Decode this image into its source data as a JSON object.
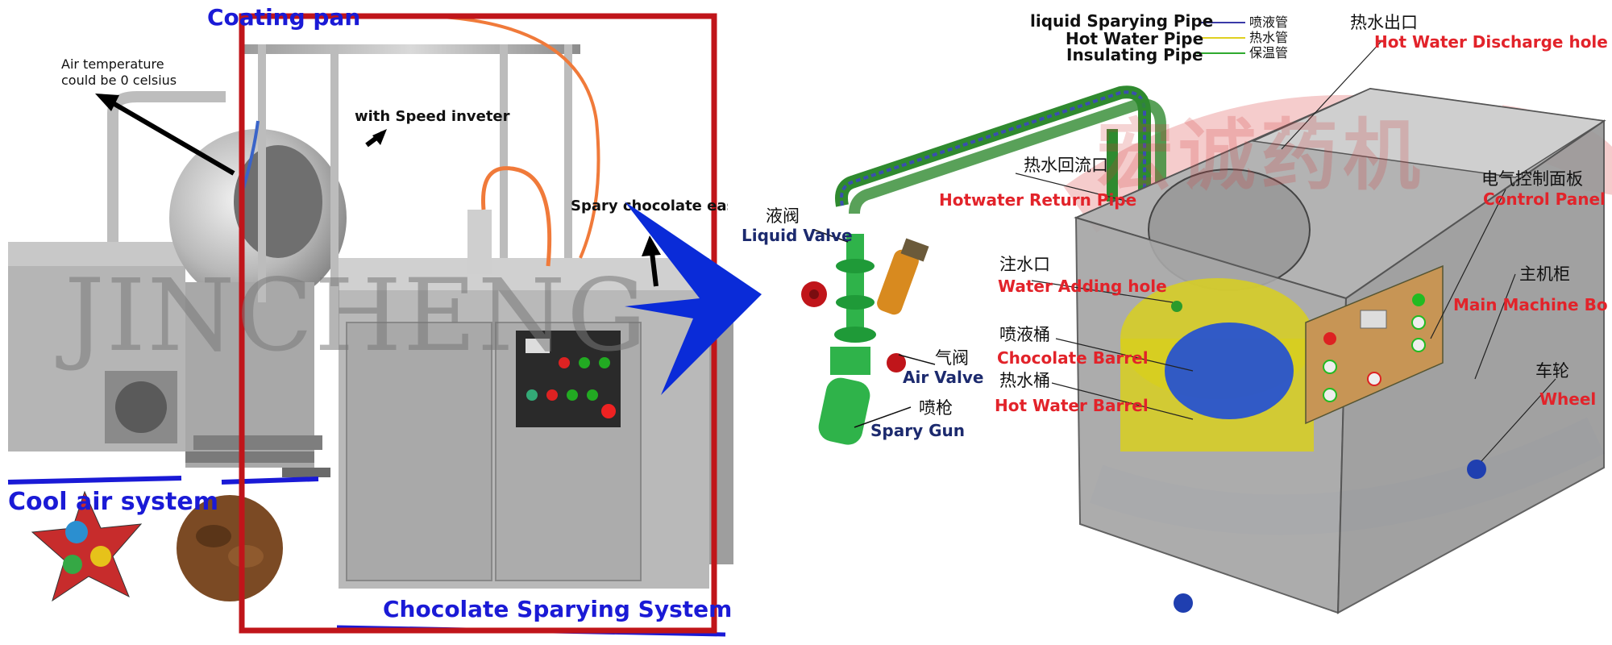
{
  "left_panel": {
    "watermark": "JINCHENG",
    "labels": {
      "coating_pan": "Coating pan",
      "air_temp_line1": "Air temperature",
      "air_temp_line2": "could be 0 celsius",
      "speed_inverter": "with Speed inveter",
      "spray_chocolate": "Spary chocolate easily",
      "cool_air": "Cool air system",
      "chocolate_spraying_system": "Chocolate Sparying System"
    }
  },
  "middle_panel": {
    "liquid_valve_cn": "液阀",
    "liquid_valve_en": "Liquid Valve",
    "air_valve_cn": "气阀",
    "air_valve_en": "Air Valve",
    "spray_gun_cn": "喷枪",
    "spray_gun_en": "Spary Gun"
  },
  "right_panel": {
    "legend": [
      {
        "en": "liquid Sparying Pipe",
        "cn": "喷液管",
        "color": "#3a3aa8"
      },
      {
        "en": "Hot Water Pipe",
        "cn": "热水管",
        "color": "#e0d020"
      },
      {
        "en": "Insulating Pipe",
        "cn": "保温管",
        "color": "#2faa2f"
      }
    ],
    "parts": {
      "hot_water_discharge_cn": "热水出口",
      "hot_water_discharge_en": "Hot Water Discharge hole",
      "hotwater_return_cn": "热水回流口",
      "hotwater_return_en": "Hotwater Return Pipe",
      "control_panel_cn": "电气控制面板",
      "control_panel_en": "Control Panel",
      "water_adding_cn": "注水口",
      "water_adding_en": "Water Adding hole",
      "main_machine_cn": "主机柜",
      "main_machine_en": "Main Machine Bo",
      "chocolate_barrel_cn": "喷液桶",
      "chocolate_barrel_en": "Chocolate Barrel",
      "hot_water_barrel_cn": "热水桶",
      "hot_water_barrel_en": "Hot Water Barrel",
      "wheel_cn": "车轮",
      "wheel_en": "Wheel"
    },
    "watermark": "宏诚药机"
  },
  "colors": {
    "frame_red": "#c0151a",
    "arrow_blue": "#0a2bd8",
    "label_red": "#e2232a",
    "label_blue": "#1a1ad6"
  }
}
